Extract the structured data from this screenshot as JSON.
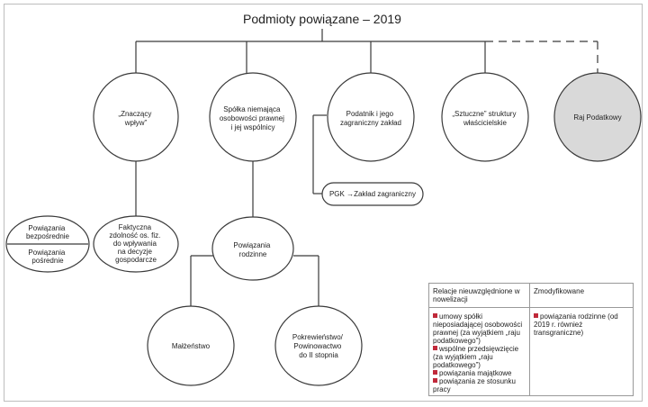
{
  "title": "Podmioty powiązane – 2019",
  "nodes": {
    "znaczacy_wplyw": [
      "„Znaczący",
      "wpływ”"
    ],
    "spolka": [
      "Spółka niemająca",
      "osobowości prawnej",
      "i jej wspólnicy"
    ],
    "podatnik": [
      "Podatnik i jego",
      "zagraniczny zakład"
    ],
    "sztuczne": [
      "„Sztuczne” struktury",
      "właścicielskie"
    ],
    "raj": [
      "Raj Podatkowy"
    ],
    "pgk": [
      "PGK →Zakład zagraniczny"
    ],
    "powiazania_bezposrednie": [
      "Powiązania",
      "bezpośrednie"
    ],
    "powiazania_posrednie": [
      "Powiązania",
      "pośrednie"
    ],
    "faktyczna": [
      "Faktyczna",
      "zdolność os. fiz.",
      "do wpływania",
      "na decyzje",
      "gospodarcze"
    ],
    "rodzinne": [
      "Powiązania",
      "rodzinne"
    ],
    "malzenstwo": [
      "Małżeństwo"
    ],
    "pokrewienstwo": [
      "Pokrewieństwo/",
      "Powinowactwo",
      "do II stopnia"
    ]
  },
  "legend": {
    "col1_header": "Relacje nieuwzględnione w nowelizacji",
    "col1_items": [
      "umowy spółki nieposiadającej osobowości prawnej (za wyjątkiem „raju podatkowego”)",
      "wspólne przedsięwzięcie (za wyjątkiem „raju podatkowego”)",
      "powiązania majątkowe",
      "powiązania ze stosunku pracy"
    ],
    "col2_header": "Zmodyfikowane",
    "col2_items": [
      "powiązania rodzinne (od 2019 r. również transgraniczne)"
    ]
  },
  "colors": {
    "line": "#3a3a3a",
    "node_fill": "#ffffff",
    "raj_fill": "#d9d9d9",
    "bullet": "#c0293a",
    "frame": "#bdbdbd"
  }
}
